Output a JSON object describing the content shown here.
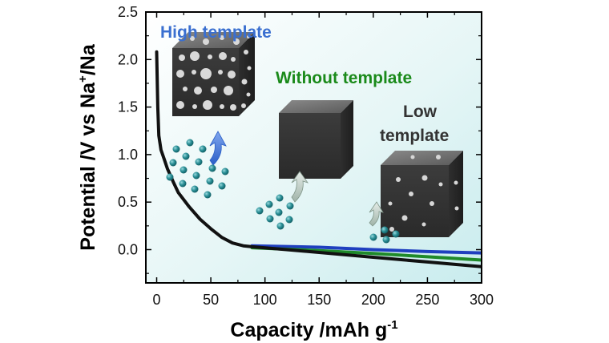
{
  "chart_data": {
    "type": "line",
    "xlabel_main": "Capacity /mAh g",
    "xlabel_sup": "-1",
    "ylabel_main": "Potential /V vs Na",
    "ylabel_sup": "+",
    "ylabel_tail": "/Na",
    "xlim": [
      -10,
      300
    ],
    "ylim": [
      -0.35,
      2.5
    ],
    "xticks": [
      0,
      50,
      100,
      150,
      200,
      250,
      300
    ],
    "yticks": [
      0.0,
      0.5,
      1.0,
      1.5,
      2.0,
      2.5
    ],
    "ytick_labels": [
      "0.0",
      "0.5",
      "1.0",
      "1.5",
      "2.0",
      "2.5"
    ],
    "grid": false,
    "series": [
      {
        "name": "High template",
        "color": "#1f3fbf",
        "x": [
          88,
          150,
          200,
          250,
          300
        ],
        "y": [
          0.04,
          0.025,
          0.0,
          -0.02,
          -0.035
        ]
      },
      {
        "name": "Without template",
        "color": "#1f8a2a",
        "x": [
          88,
          150,
          200,
          250,
          300
        ],
        "y": [
          0.02,
          -0.01,
          -0.04,
          -0.075,
          -0.11
        ]
      },
      {
        "name": "Low template",
        "color": "#111111",
        "x": [
          0,
          1,
          2,
          4,
          7,
          10,
          15,
          20,
          30,
          40,
          50,
          60,
          70,
          80,
          88,
          120,
          150,
          200,
          250,
          300
        ],
        "y": [
          2.08,
          1.5,
          1.2,
          1.05,
          0.95,
          0.85,
          0.72,
          0.6,
          0.45,
          0.32,
          0.22,
          0.13,
          0.07,
          0.04,
          0.03,
          0.0,
          -0.03,
          -0.08,
          -0.13,
          -0.18
        ]
      }
    ]
  },
  "labels": {
    "high": "High template",
    "without": "Without template",
    "low_1": "Low",
    "low_2": "template"
  },
  "colors": {
    "high": "#3a6fd0",
    "without": "#1a8a1a",
    "low": "#333333",
    "background_light": "#ffffff",
    "background_tint": "#cdeef0",
    "ion": "#1e7f86"
  }
}
